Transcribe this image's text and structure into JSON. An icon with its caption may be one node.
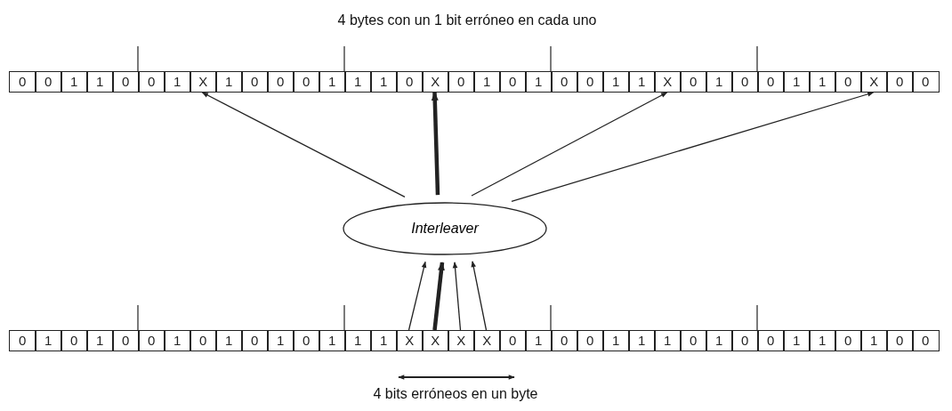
{
  "diagram": {
    "title": "4 bytes con un 1 bit erróneo en cada uno",
    "caption": "4 bits erróneos en un byte",
    "nodes": [
      {
        "text": [
          "0"
        ]
      },
      {
        "text": [
          "0"
        ]
      },
      {
        "text": [
          "1"
        ]
      },
      {
        "text": [
          "1"
        ]
      },
      {
        "text": [
          "0"
        ]
      },
      {
        "text": [
          "0"
        ]
      },
      {
        "text": [
          "1"
        ]
      },
      {
        "text": [
          "X"
        ]
      },
      {
        "text": [
          "1"
        ]
      },
      {
        "text": [
          "0"
        ]
      },
      {
        "text": [
          "0"
        ]
      },
      {
        "text": [
          "0"
        ]
      },
      {
        "text": [
          "1"
        ]
      },
      {
        "text": [
          "1"
        ]
      },
      {
        "text": [
          "1"
        ]
      },
      {
        "text": [
          "0"
        ]
      },
      {
        "text": [
          "X"
        ]
      },
      {
        "text": [
          "0"
        ]
      },
      {
        "text": [
          "1"
        ]
      },
      {
        "text": [
          "0"
        ]
      },
      {
        "text": [
          "1"
        ]
      },
      {
        "text": [
          "0"
        ]
      },
      {
        "text": [
          "0"
        ]
      },
      {
        "text": [
          "1"
        ]
      },
      {
        "text": [
          "1"
        ]
      },
      {
        "text": [
          "X"
        ]
      },
      {
        "text": [
          "0"
        ]
      },
      {
        "text": [
          "1"
        ]
      },
      {
        "text": [
          "0"
        ]
      },
      {
        "text": [
          "0"
        ]
      },
      {
        "text": [
          "1"
        ]
      },
      {
        "text": [
          "1"
        ]
      },
      {
        "text": [
          "0"
        ]
      },
      {
        "text": [
          "X"
        ]
      },
      {
        "text": [
          "0"
        ]
      },
      {
        "text": [
          "0"
        ]
      },
      {
        "text": [
          "Interleaver"
        ]
      },
      {
        "text": [
          "0"
        ]
      },
      {
        "text": [
          "1"
        ]
      },
      {
        "text": [
          "0"
        ]
      },
      {
        "text": [
          "1"
        ]
      },
      {
        "text": [
          "0"
        ]
      },
      {
        "text": [
          "0"
        ]
      },
      {
        "text": [
          "1"
        ]
      },
      {
        "text": [
          "0"
        ]
      },
      {
        "text": [
          "1"
        ]
      },
      {
        "text": [
          "0"
        ]
      },
      {
        "text": [
          "1"
        ]
      },
      {
        "text": [
          "0"
        ]
      },
      {
        "text": [
          "1"
        ]
      },
      {
        "text": [
          "1"
        ]
      },
      {
        "text": [
          "1"
        ]
      },
      {
        "text": [
          "X"
        ]
      },
      {
        "text": [
          "X"
        ]
      },
      {
        "text": [
          "X"
        ]
      },
      {
        "text": [
          "X"
        ]
      },
      {
        "text": [
          "0"
        ]
      },
      {
        "text": [
          "1"
        ]
      },
      {
        "text": [
          "0"
        ]
      },
      {
        "text": [
          "0"
        ]
      },
      {
        "text": [
          "1"
        ]
      },
      {
        "text": [
          "1"
        ]
      },
      {
        "text": [
          "1"
        ]
      },
      {
        "text": [
          "0"
        ]
      },
      {
        "text": [
          "1"
        ]
      },
      {
        "text": [
          "0"
        ]
      },
      {
        "text": [
          "0"
        ]
      },
      {
        "text": [
          "1"
        ]
      },
      {
        "text": [
          "1"
        ]
      },
      {
        "text": [
          "0"
        ]
      },
      {
        "text": [
          "1"
        ]
      },
      {
        "text": [
          "0"
        ]
      },
      {
        "text": [
          "0"
        ]
      }
    ],
    "edges": [
      {
        "from": 52,
        "to": 36,
        "arrow": "to"
      },
      {
        "from": 53,
        "to": 36,
        "arrow": "to",
        "style": "thick"
      },
      {
        "from": 54,
        "to": 36,
        "arrow": "to"
      },
      {
        "from": 55,
        "to": 36,
        "arrow": "to"
      },
      {
        "from": 36,
        "to": 7,
        "arrow": "to"
      },
      {
        "from": 36,
        "to": 16,
        "arrow": "to",
        "style": "thick"
      },
      {
        "from": 36,
        "to": 25,
        "arrow": "to"
      },
      {
        "from": 36,
        "to": 33,
        "arrow": "to"
      }
    ]
  }
}
